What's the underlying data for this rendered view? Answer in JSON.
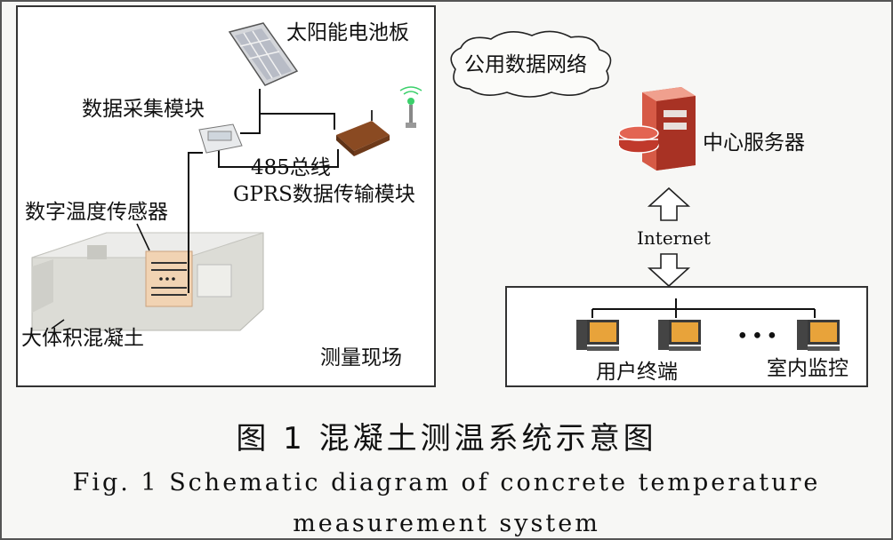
{
  "site": {
    "solar_panel": "太阳能电池板",
    "data_acq": "数据采集模块",
    "bus": "485总线",
    "gprs": "GPRS数据传输模块",
    "sensor": "数字温度传感器",
    "concrete": "大体积混凝土",
    "field": "测量现场"
  },
  "network": {
    "cloud": "公用数据网络",
    "server": "中心服务器",
    "internet": "Internet"
  },
  "clients": {
    "user": "用户终端",
    "ellipsis": "•••",
    "indoor": "室内监控"
  },
  "caption": {
    "cn": "图 1   混凝土测温系统示意图",
    "en_line1": "Fig. 1   Schematic diagram of concrete temperature",
    "en_line2": "measurement system"
  },
  "colors": {
    "server_red": "#c0392b",
    "screen_orange": "#e8a33a",
    "sensor_box": "#f1d3b3",
    "concrete": "#dcdcd6",
    "antenna_green": "#3bd06b"
  }
}
